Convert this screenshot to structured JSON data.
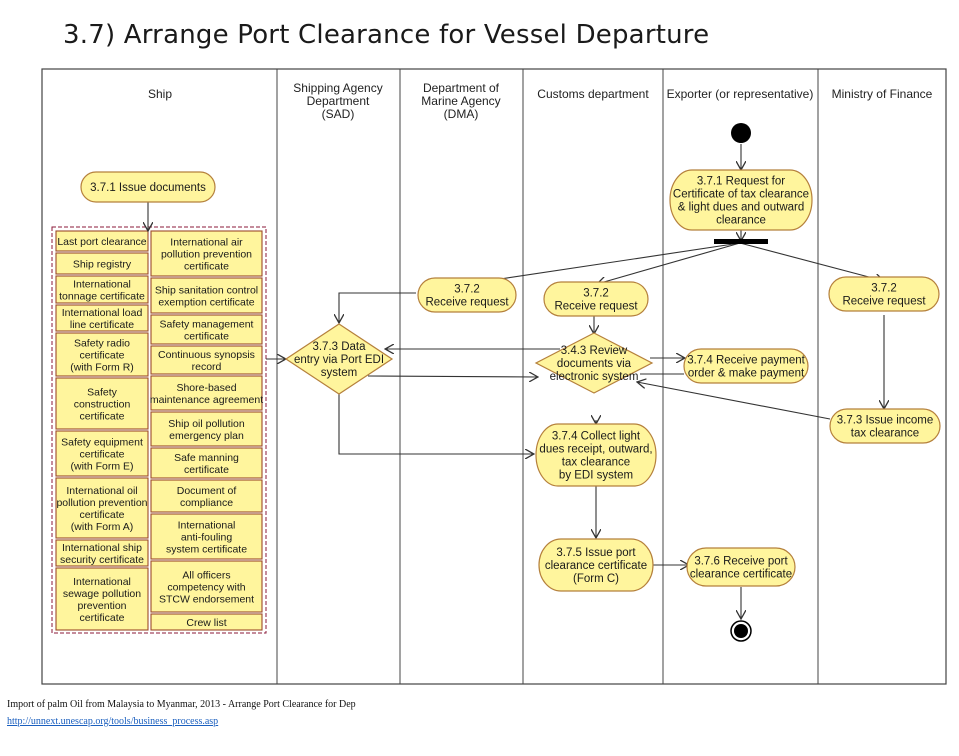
{
  "title": "3.7) Arrange Port Clearance for Vessel Departure",
  "colors": {
    "node_fill": "#FFF59D",
    "node_stroke": "#B5803C",
    "doc_fill": "#FFF59D",
    "doc_stroke": "#9C4A2A",
    "dashed_stroke": "#8B1A3A",
    "line": "#333333",
    "link": "#1a5fbf"
  },
  "lanes": [
    {
      "id": "ship",
      "label": [
        "Ship"
      ]
    },
    {
      "id": "sad",
      "label": [
        "Shipping Agency",
        "Department",
        "(SAD)"
      ]
    },
    {
      "id": "dma",
      "label": [
        "Department of",
        "Marine Agency",
        "(DMA)"
      ]
    },
    {
      "id": "customs",
      "label": [
        "Customs department"
      ]
    },
    {
      "id": "exporter",
      "label": [
        "Exporter (or representative)"
      ]
    },
    {
      "id": "mof",
      "label": [
        "Ministry of Finance"
      ]
    }
  ],
  "nodes": {
    "issue_documents": [
      "3.7.1 Issue documents"
    ],
    "request_certificate": [
      "3.7.1 Request for",
      "Certificate of tax clearance",
      "& light dues and outward",
      "clearance"
    ],
    "dma_receive": [
      "3.7.2",
      "Receive request"
    ],
    "customs_receive": [
      "3.7.2",
      "Receive request"
    ],
    "mof_receive": [
      "3.7.2",
      "Receive request"
    ],
    "data_entry": [
      "3.7.3 Data",
      "entry via Port EDI",
      "system"
    ],
    "review_documents": [
      "3.4.3 Review",
      "documents via",
      "electronic system"
    ],
    "receive_payment": [
      "3.7.4 Receive payment",
      "order & make payment"
    ],
    "issue_income_tax": [
      "3.7.3 Issue income",
      "tax clearance"
    ],
    "collect_light_dues": [
      "3.7.4 Collect light",
      "dues receipt, outward,",
      "tax clearance",
      "by EDI system"
    ],
    "issue_port_clearance": [
      "3.7.5 Issue port",
      "clearance certificate",
      "(Form C)"
    ],
    "receive_port_clearance": [
      "3.7.6 Receive port",
      "clearance certificate"
    ]
  },
  "documents_left": [
    [
      "Last port clearance"
    ],
    [
      "Ship registry"
    ],
    [
      "International",
      "tonnage certificate"
    ],
    [
      "International load",
      "line certificate"
    ],
    [
      "Safety radio",
      "certificate",
      "(with Form R)"
    ],
    [
      "Safety",
      "construction",
      "certificate"
    ],
    [
      "Safety equipment",
      "certificate",
      "(with Form E)"
    ],
    [
      "International oil",
      "pollution prevention",
      "certificate",
      "(with Form A)"
    ],
    [
      "International ship",
      "security certificate"
    ],
    [
      "International",
      "sewage pollution",
      "prevention",
      "certificate"
    ]
  ],
  "documents_right": [
    [
      "International air",
      "pollution prevention",
      "certificate"
    ],
    [
      "Ship sanitation control",
      "exemption certificate"
    ],
    [
      "Safety management",
      "certificate"
    ],
    [
      "Continuous synopsis",
      "record"
    ],
    [
      "Shore-based",
      "maintenance agreement"
    ],
    [
      "Ship oil pollution",
      "emergency plan"
    ],
    [
      "Safe manning",
      "certificate"
    ],
    [
      "Document of",
      "compliance"
    ],
    [
      "International",
      "anti-fouling",
      "system certificate"
    ],
    [
      "All officers",
      "competency with",
      "STCW endorsement"
    ],
    [
      "Crew list"
    ]
  ],
  "footer": {
    "caption": "Import of palm Oil from Malaysia to Myanmar, 2013 - Arrange Port Clearance for Dep",
    "link": "http://unnext.unescap.org/tools/business_process.asp"
  }
}
